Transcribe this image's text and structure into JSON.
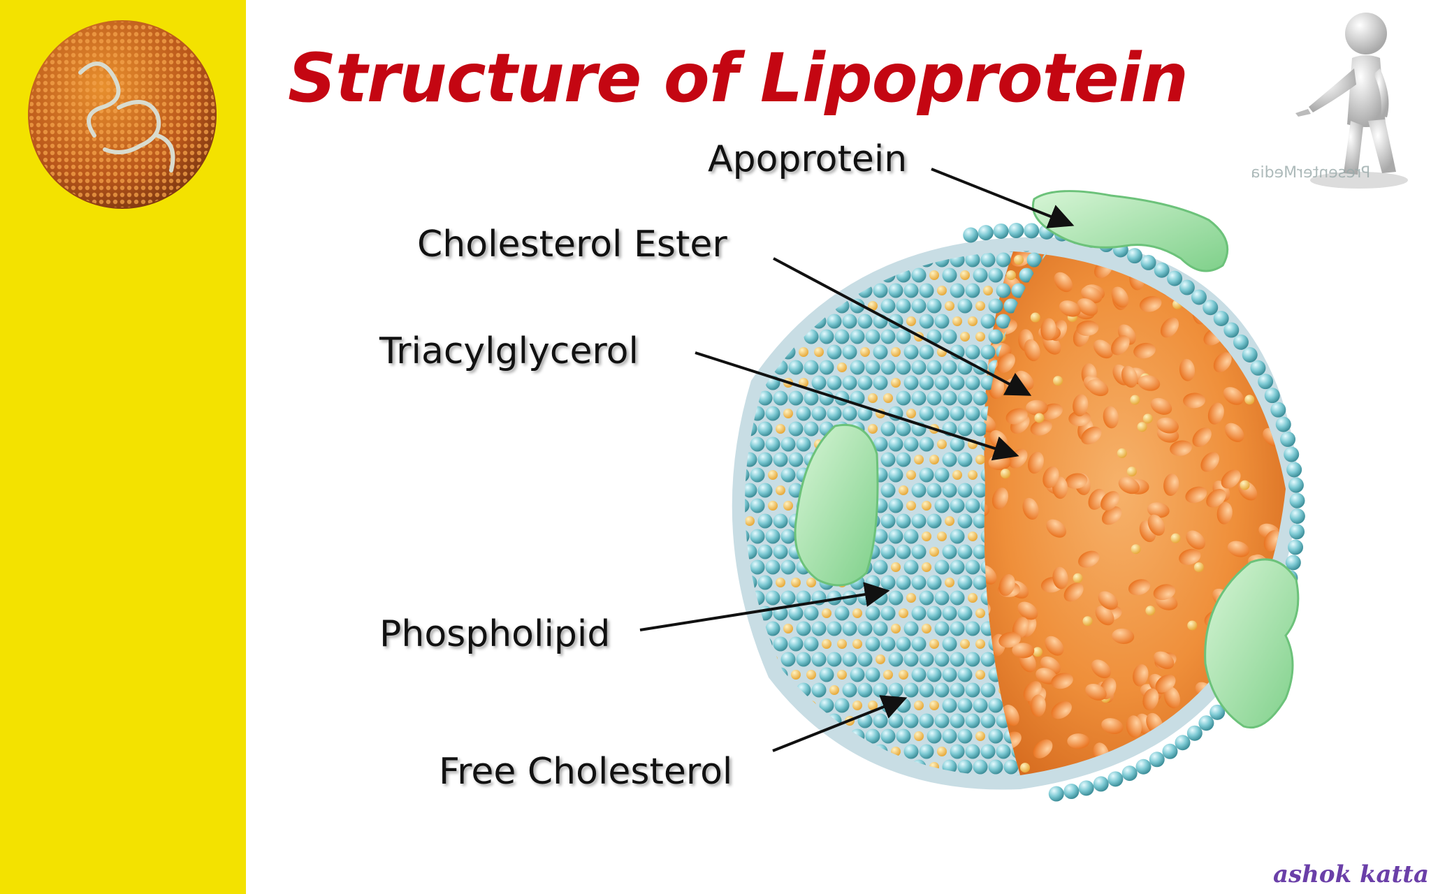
{
  "slide": {
    "title": "Structure of Lipoprotein",
    "sidebar_color": "#f3e200",
    "title_color": "#c40612"
  },
  "labels": {
    "apoprotein": "Apoprotein",
    "cholesterol_ester": "Cholesterol Ester",
    "triacylglycerol": "Triacylglycerol",
    "phospholipid": "Phospholipid",
    "free_cholesterol": "Free Cholesterol"
  },
  "watermark": "PresenterMedia",
  "author": "ashok katta",
  "icons": {
    "thumbnail": "lipoprotein-thumbnail-icon",
    "mascot": "pointing-figure-icon",
    "particle": "lipoprotein-particle-icon"
  }
}
